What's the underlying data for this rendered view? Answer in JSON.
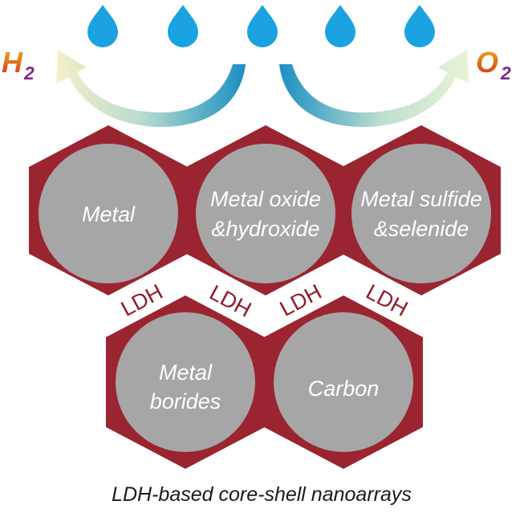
{
  "products": {
    "h2": {
      "main": "H",
      "sub": "2"
    },
    "o2": {
      "main": "O",
      "sub": "2"
    }
  },
  "cores": [
    {
      "name": "metal",
      "lines": [
        "Metal"
      ]
    },
    {
      "name": "metal-oxide-hydroxide",
      "lines": [
        "Metal oxide",
        "&hydroxide"
      ]
    },
    {
      "name": "metal-sulfide-selenide",
      "lines": [
        "Metal sulfide",
        "&selenide"
      ]
    },
    {
      "name": "metal-borides",
      "lines": [
        "Metal",
        "borides"
      ]
    },
    {
      "name": "carbon",
      "lines": [
        "Carbon"
      ]
    }
  ],
  "shell_labels": [
    "LDH",
    "LDH",
    "LDH",
    "LDH"
  ],
  "caption": "LDH-based core-shell nanoarrays",
  "colors": {
    "shell": "#9b2431",
    "core": "#a6a6a6",
    "water_drop": "#1aa3e0",
    "h2_gradient": [
      "#f4a21c",
      "#d4321a"
    ],
    "o2_gradient": [
      "#f4a21c",
      "#d4321a"
    ],
    "sub_color": "#7b2a8a"
  }
}
